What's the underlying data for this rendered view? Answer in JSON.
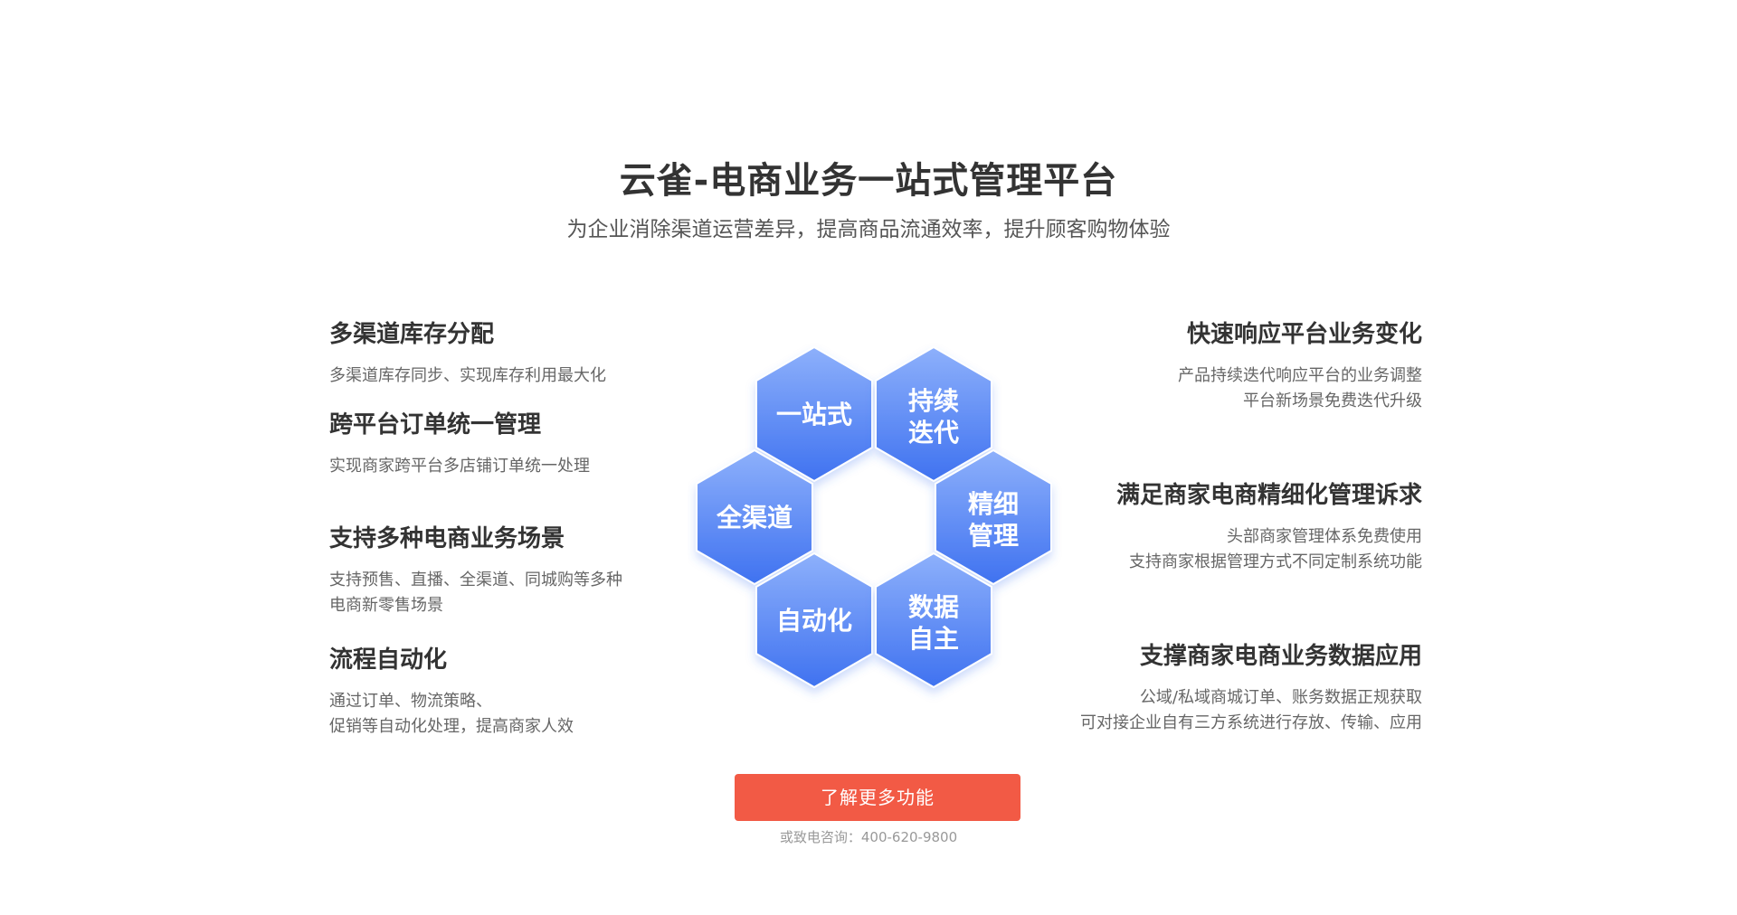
{
  "header": {
    "title": "云雀-电商业务一站式管理平台",
    "subtitle": "为企业消除渠道运营差异，提高商品流通效率，提升顾客购物体验"
  },
  "left_features": [
    {
      "title": "多渠道库存分配",
      "lines": [
        "多渠道库存同步、实现库存利用最大化"
      ]
    },
    {
      "title": "跨平台订单统一管理",
      "lines": [
        "实现商家跨平台多店铺订单统一处理"
      ]
    },
    {
      "title": "支持多种电商业务场景",
      "lines": [
        "支持预售、直播、全渠道、同城购等多种",
        "电商新零售场景"
      ]
    },
    {
      "title": "流程自动化",
      "lines": [
        "通过订单、物流策略、",
        "促销等自动化处理，提高商家人效"
      ]
    }
  ],
  "right_features": [
    {
      "title": "快速响应平台业务变化",
      "lines": [
        "产品持续迭代响应平台的业务调整",
        "平台新场景免费迭代升级"
      ]
    },
    {
      "title": "满足商家电商精细化管理诉求",
      "lines": [
        "头部商家管理体系免费使用",
        "支持商家根据管理方式不同定制系统功能"
      ]
    },
    {
      "title": "支撑商家电商业务数据应用",
      "lines": [
        "公域/私域商城订单、账务数据正规获取",
        "可对接企业自有三方系统进行存放、传输、应用"
      ]
    }
  ],
  "hexagons": [
    {
      "lines": [
        "一站式"
      ]
    },
    {
      "lines": [
        "持续",
        "迭代"
      ]
    },
    {
      "lines": [
        "全渠道"
      ]
    },
    {
      "lines": [
        "精细",
        "管理"
      ]
    },
    {
      "lines": [
        "自动化"
      ]
    },
    {
      "lines": [
        "数据",
        "自主"
      ]
    }
  ],
  "cta": {
    "label": "了解更多功能",
    "contact": "或致电咨询：400-620-9800"
  },
  "colors": {
    "hex_top": "#8db0fb",
    "hex_bottom": "#3f72f0",
    "cta": "#f25a45"
  }
}
